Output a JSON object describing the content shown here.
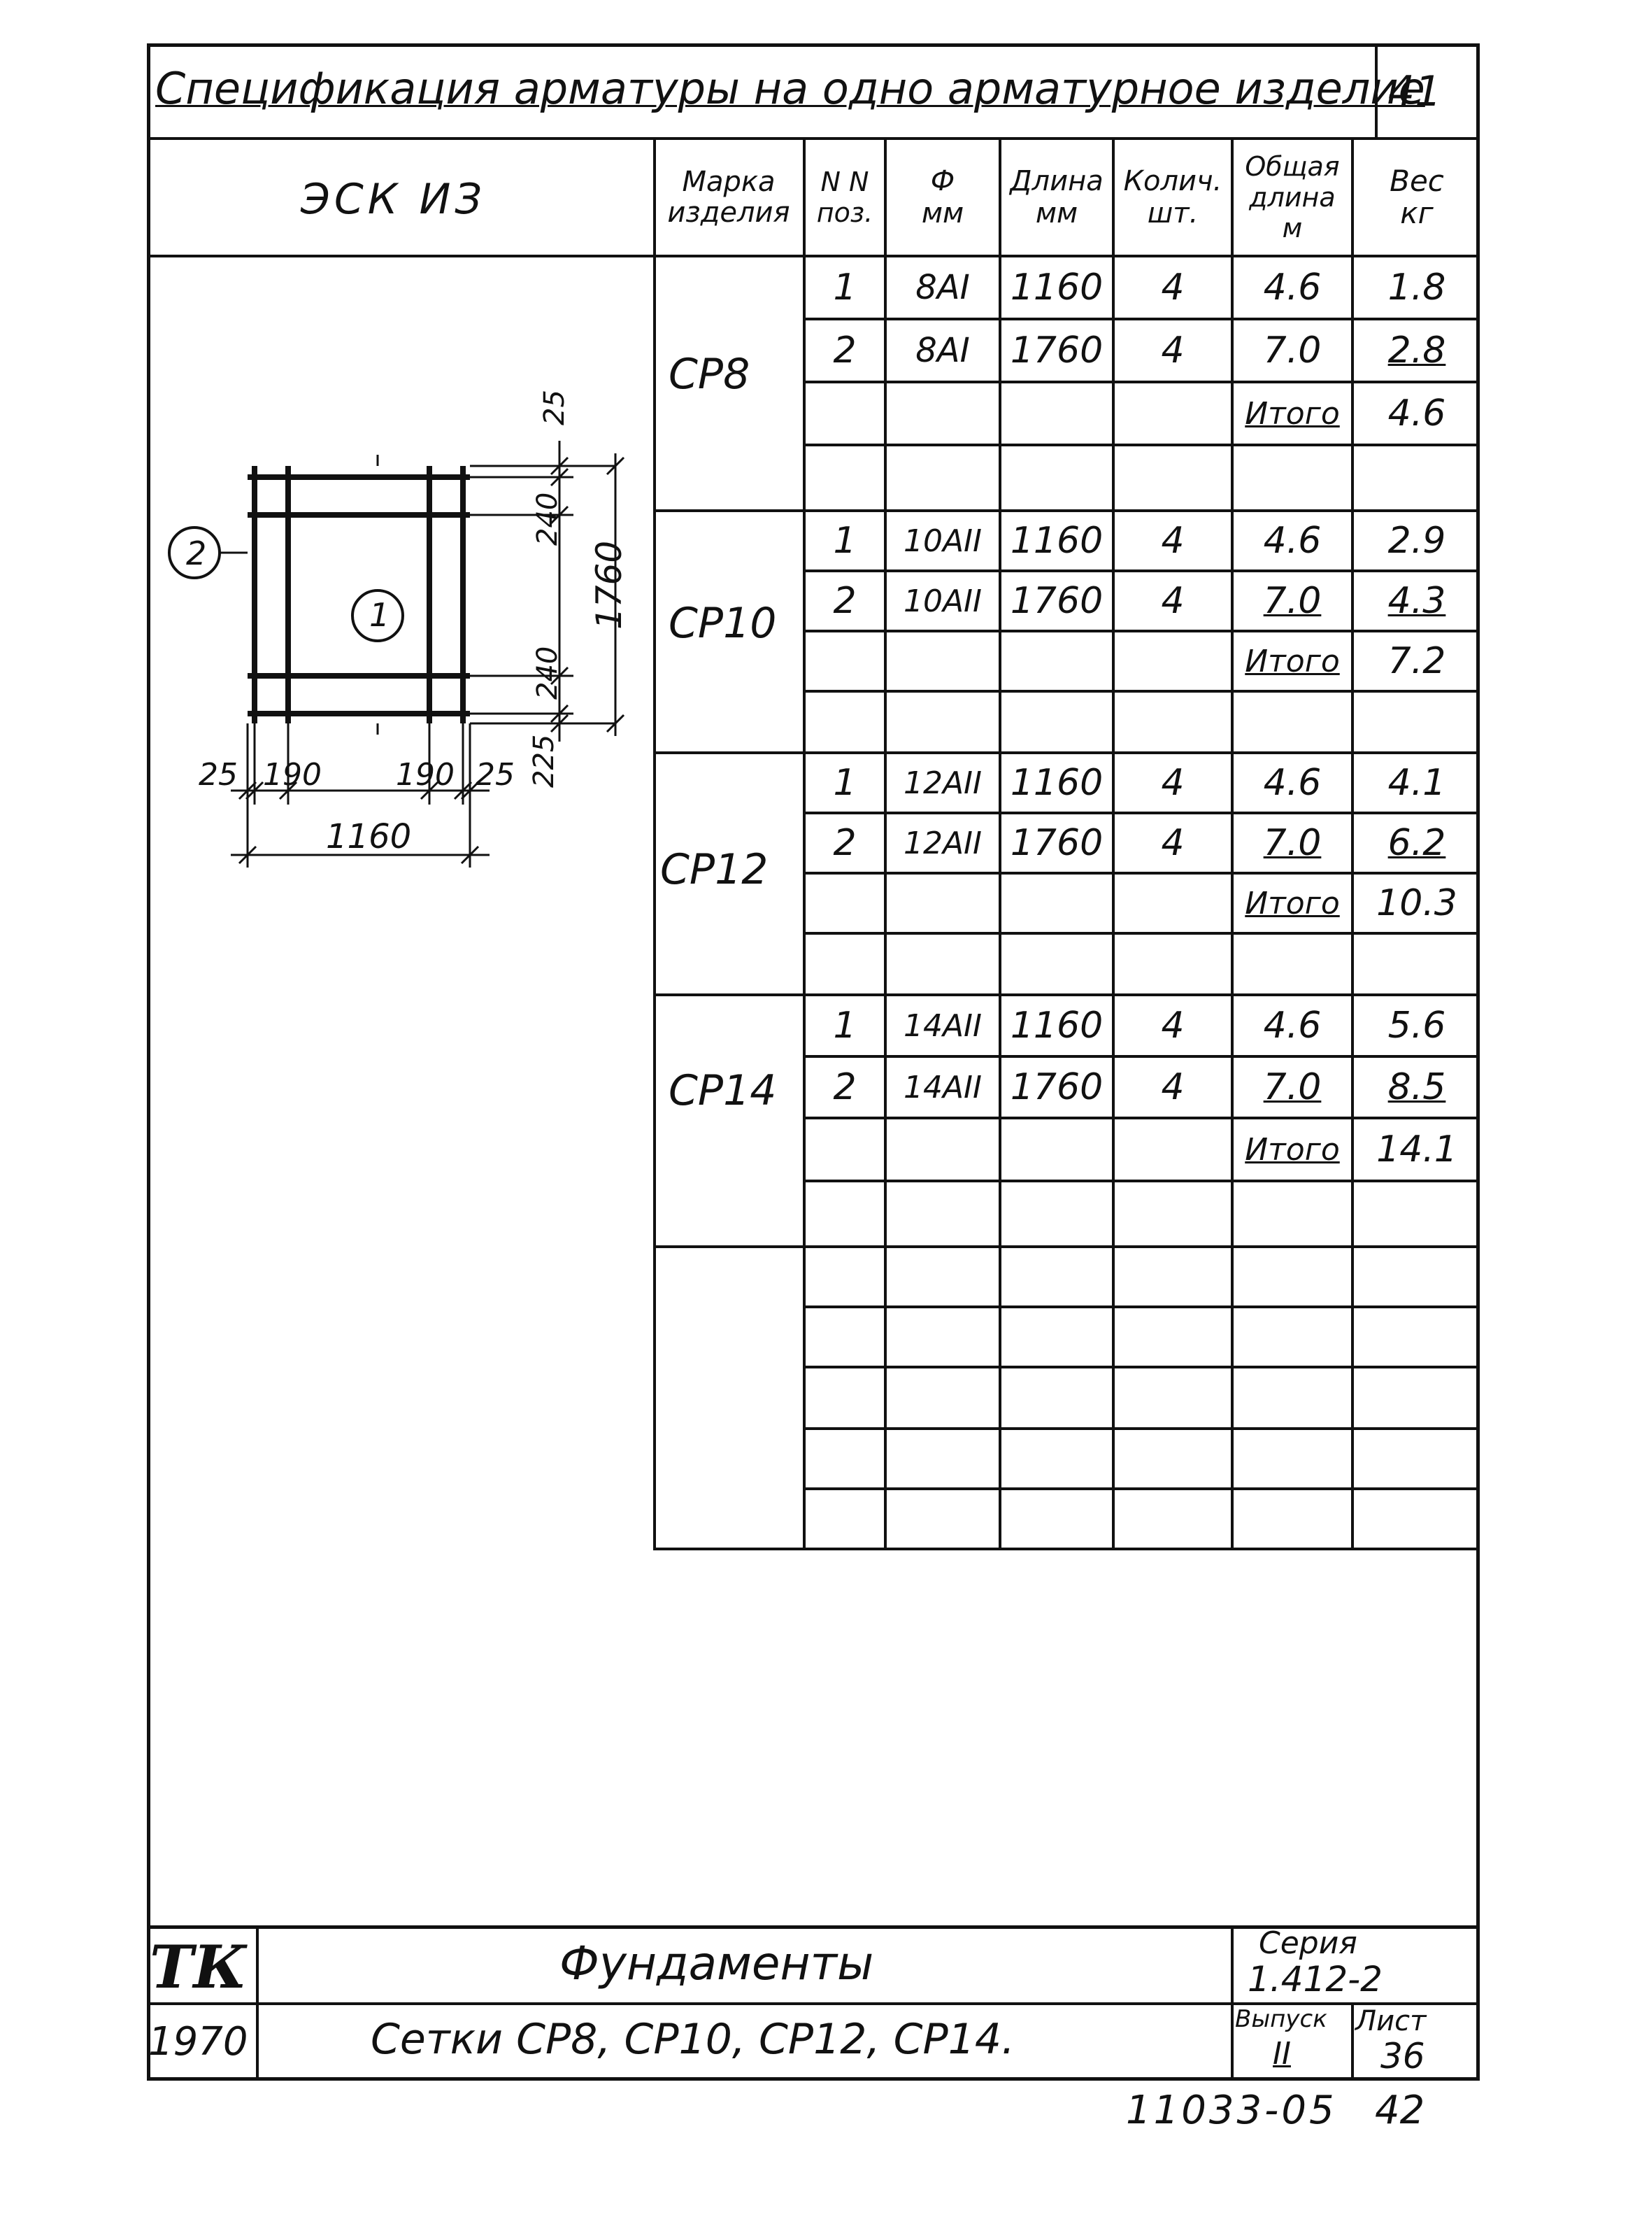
{
  "header": {
    "title": "Спецификация арматуры на одно арматурное изделие",
    "page_number": "41",
    "left_label": "ЭСК ИЗ"
  },
  "columns": [
    "Марка изделия",
    "N N поз.",
    "Ф мм",
    "Длина мм",
    "Колич. шт.",
    "Общая длина м",
    "Вес кг"
  ],
  "groups": [
    {
      "mark": "СР8",
      "rows": [
        {
          "pos": "1",
          "dia": "8AI",
          "len": "1160",
          "qty": "4",
          "total": "4.6",
          "weight": "1.8"
        },
        {
          "pos": "2",
          "dia": "8AI",
          "len": "1760",
          "qty": "4",
          "total": "7.0",
          "weight": "2.8"
        }
      ],
      "total_label": "Итого",
      "total_weight": "4.6"
    },
    {
      "mark": "СР10",
      "rows": [
        {
          "pos": "1",
          "dia": "10AII",
          "len": "1160",
          "qty": "4",
          "total": "4.6",
          "weight": "2.9"
        },
        {
          "pos": "2",
          "dia": "10AII",
          "len": "1760",
          "qty": "4",
          "total": "7.0",
          "weight": "4.3"
        }
      ],
      "total_label": "Итого",
      "total_weight": "7.2"
    },
    {
      "mark": "СР12",
      "rows": [
        {
          "pos": "1",
          "dia": "12AII",
          "len": "1160",
          "qty": "4",
          "total": "4.6",
          "weight": "4.1"
        },
        {
          "pos": "2",
          "dia": "12AII",
          "len": "1760",
          "qty": "4",
          "total": "7.0",
          "weight": "6.2"
        }
      ],
      "total_label": "Итого",
      "total_weight": "10.3"
    },
    {
      "mark": "СР14",
      "rows": [
        {
          "pos": "1",
          "dia": "14AII",
          "len": "1160",
          "qty": "4",
          "total": "4.6",
          "weight": "5.6"
        },
        {
          "pos": "2",
          "dia": "14AII",
          "len": "1760",
          "qty": "4",
          "total": "7.0",
          "weight": "8.5"
        }
      ],
      "total_label": "Итого",
      "total_weight": "14.1"
    }
  ],
  "drawing": {
    "dims_top": "25",
    "dims_240a": "240",
    "dims_height": "1760",
    "dims_240b": "240",
    "dims_225": "225",
    "dims_bottom_left": "25",
    "dims_190a": "190",
    "dims_190b": "190",
    "dims_bottom_right": "25",
    "dims_width": "1160",
    "callout_1": "1",
    "callout_2": "2"
  },
  "title_block": {
    "logo": "ТК",
    "year": "1970",
    "name": "Фундаменты",
    "subtitle": "Сетки СР8, СР10, СР12, СР14.",
    "series_label": "Серия",
    "series_value": "1.412-2",
    "issue_label": "Выпуск",
    "issue_value": "II",
    "sheet_label": "Лист",
    "sheet_value": "36"
  },
  "footer": {
    "code": "11033-05",
    "page": "42"
  }
}
